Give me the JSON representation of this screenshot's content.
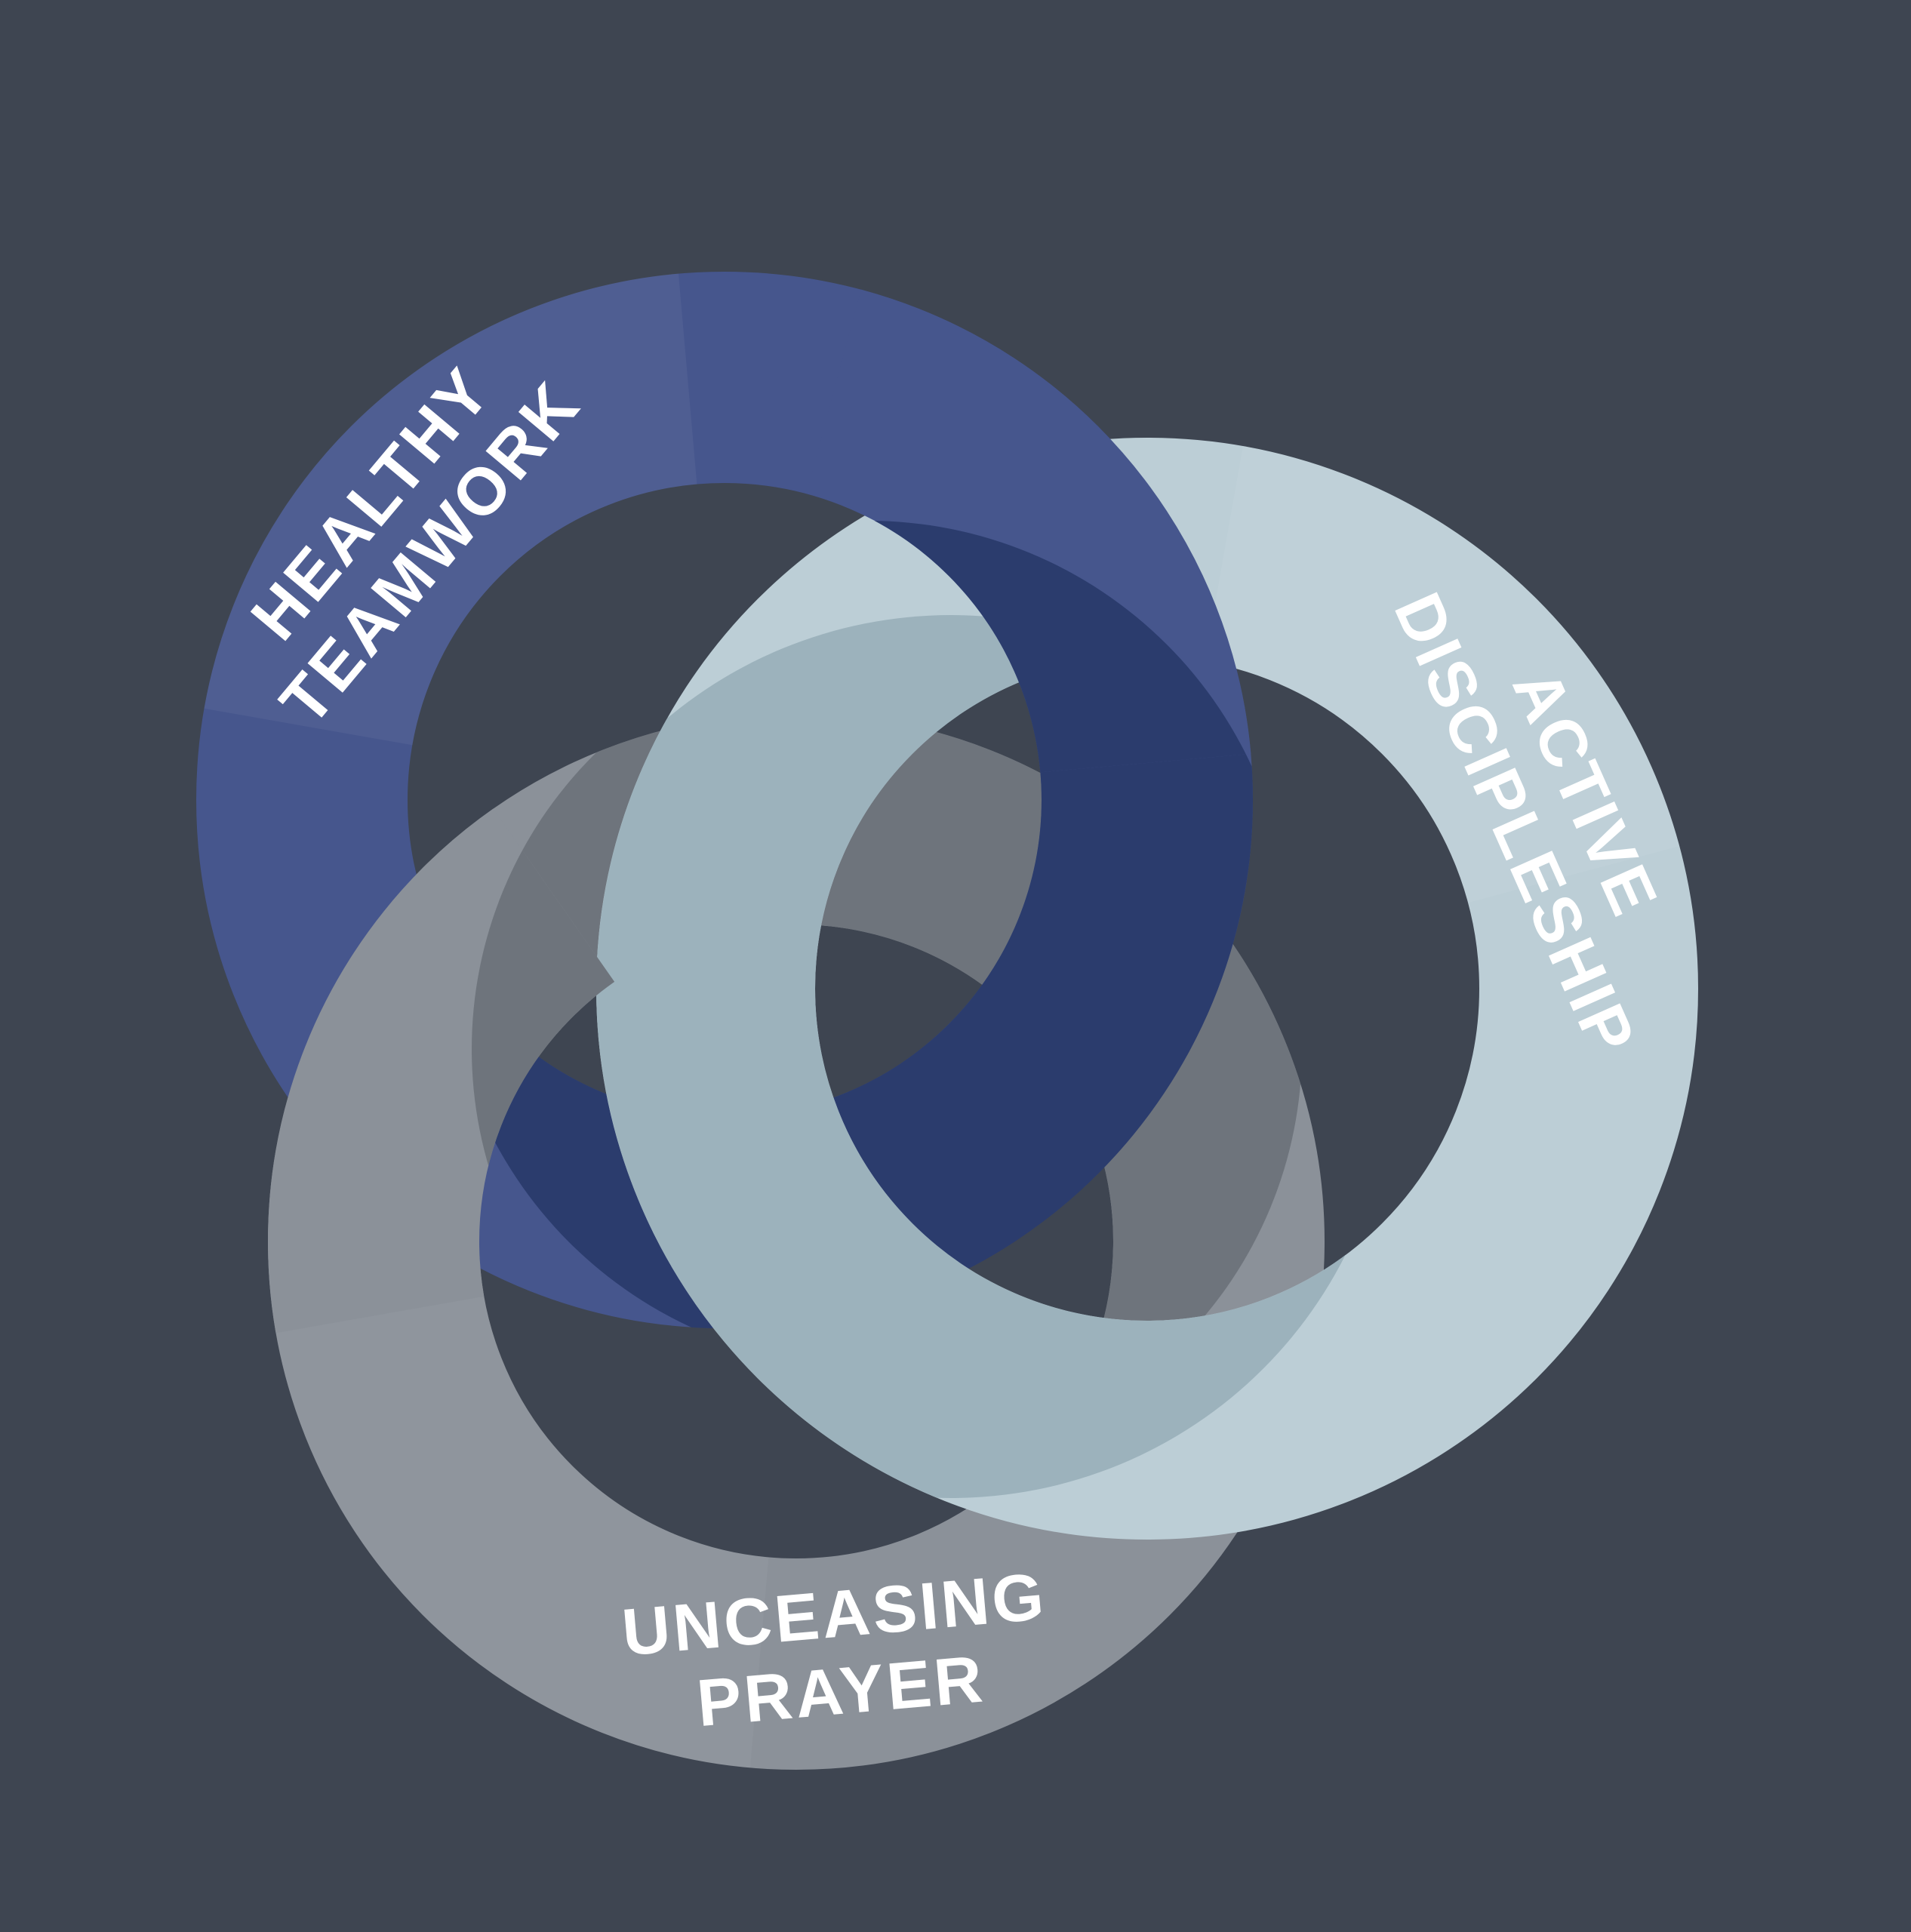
{
  "diagram": {
    "background_color": "#3e4551",
    "text_color": "#ffffff",
    "rings": [
      {
        "id": "healthy-teamwork",
        "label_line1": "HEALTHY",
        "label_line2": "TEAMWORK",
        "color_main": "#46568d",
        "color_shade": "#2b3c6d"
      },
      {
        "id": "active-discipleship",
        "label_line1": "ACTIVE",
        "label_line2": "DISCIPLESHIP",
        "color_main": "#bcced6",
        "color_shade": "#9cb2bc"
      },
      {
        "id": "unceasing-prayer",
        "label_line1": "UNCEASING",
        "label_line2": "PRAYER",
        "color_main": "#8b9199",
        "color_shade": "#6e747c"
      }
    ]
  }
}
